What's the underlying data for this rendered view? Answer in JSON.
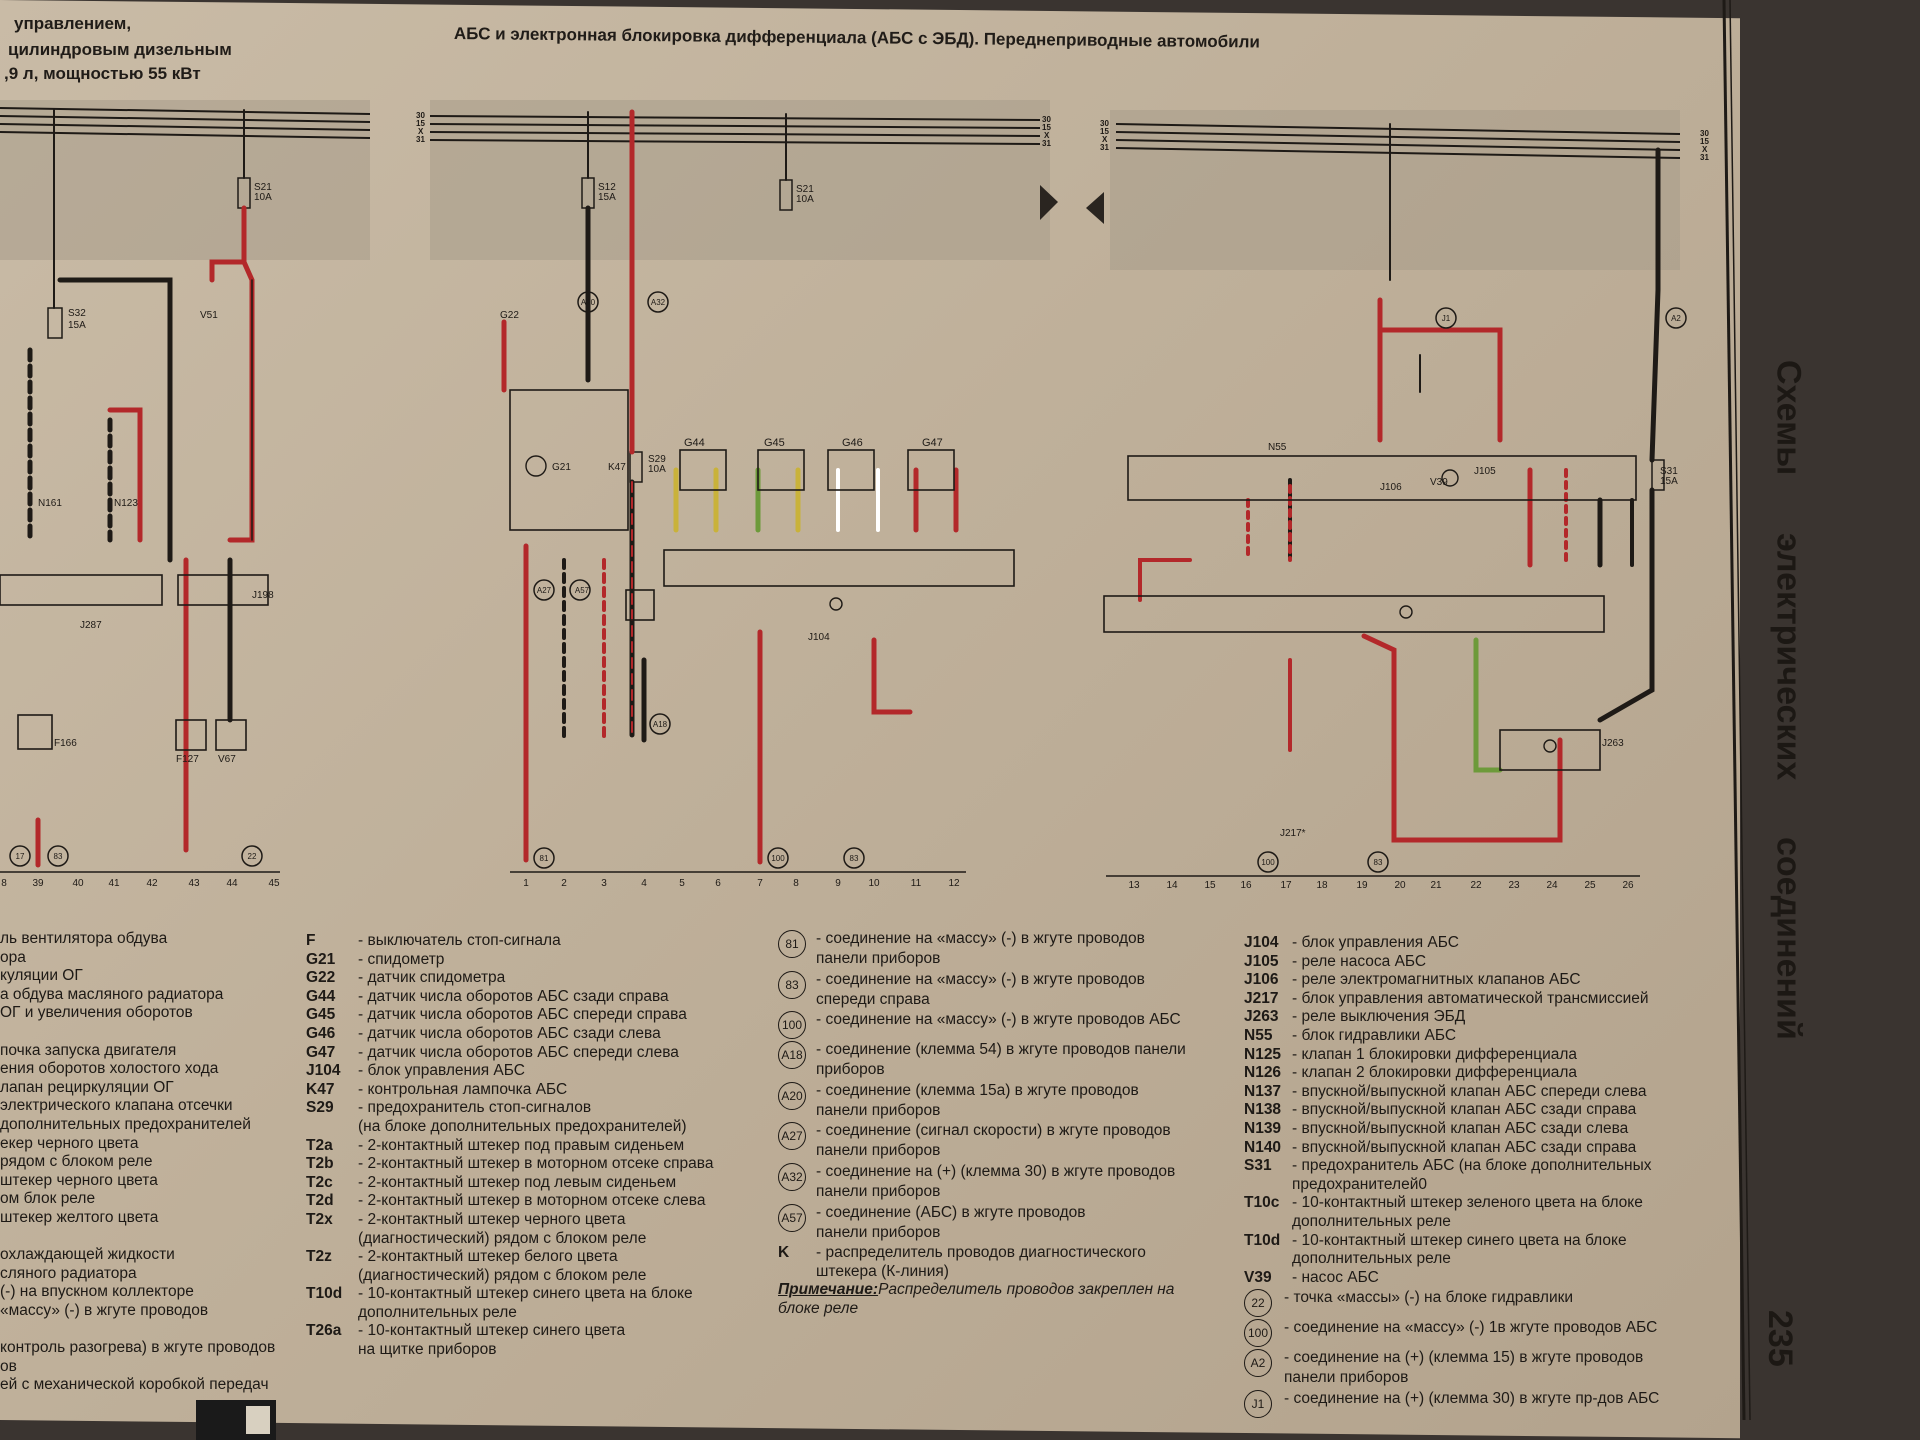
{
  "header": {
    "left_lines": [
      "управлением,",
      "цилиндровым дизельным",
      ",9 л, мощностью 55 кВт"
    ],
    "title": "АБС и электронная блокировка дифференциала (АБС с ЭБД). Переднеприводные автомобили"
  },
  "side_title": [
    "Схемы",
    "электрических",
    "соединений"
  ],
  "page_number": "235",
  "bus_labels": [
    "30",
    "15",
    "X",
    "31"
  ],
  "fuses": [
    {
      "name": "S21",
      "rating": "10A"
    },
    {
      "name": "S12",
      "rating": "15A"
    },
    {
      "name": "S21",
      "rating": "10A"
    },
    {
      "name": "S32",
      "rating": "15A"
    },
    {
      "name": "S29",
      "rating": "10A"
    },
    {
      "name": "S31",
      "rating": "15A"
    }
  ],
  "sensors": [
    "G44",
    "G45",
    "G46",
    "G47"
  ],
  "components": [
    "G22",
    "G21",
    "K47",
    "J104",
    "N55",
    "J105",
    "J106",
    "V39",
    "J263",
    "J217*",
    "N161",
    "N123",
    "J198",
    "J287",
    "F166",
    "F127",
    "V67",
    "V51"
  ],
  "grounds": [
    "81",
    "100",
    "83",
    "17",
    "83",
    "22",
    "100",
    "83"
  ],
  "connectors": [
    "A27",
    "A57",
    "A18",
    "A20",
    "A32",
    "J1",
    "A2"
  ],
  "ruler": {
    "left": [
      "8",
      "39",
      "40",
      "41",
      "42",
      "43",
      "44",
      "45"
    ],
    "middle": [
      "1",
      "2",
      "3",
      "4",
      "5",
      "6",
      "7",
      "8",
      "9",
      "10",
      "11",
      "12"
    ],
    "right": [
      "13",
      "14",
      "15",
      "16",
      "17",
      "18",
      "19",
      "20",
      "21",
      "22",
      "23",
      "24",
      "25",
      "26"
    ]
  },
  "legend_left": [
    "ль вентилятора обдува",
    "ора",
    "куляции ОГ",
    "а обдува масляного радиатора",
    "ОГ и увеличения  оборотов",
    "",
    "почка запуска двигателя",
    "ения оборотов холостого хода",
    "лапан рециркуляции ОГ",
    "электрического клапана отсечки",
    "дополнительных предохранителей",
    "екер черного цвета",
    "рядом с блоком реле",
    "штекер черного цвета",
    "ом блок реле",
    "штекер желтого цвета",
    "",
    "охлаждающей жидкости",
    "сляного радиатора",
    "(-) на впускном коллекторе",
    "«массу» (-) в жгуте проводов",
    "",
    "контроль разогрева) в жгуте проводов",
    "ов",
    "ей с механической коробкой передач"
  ],
  "legend_mid": [
    {
      "code": "F",
      "text": "- выключатель стоп-сигнала"
    },
    {
      "code": "G21",
      "text": "- спидометр"
    },
    {
      "code": "G22",
      "text": "- датчик спидометра"
    },
    {
      "code": "G44",
      "text": "- датчик числа оборотов АБС сзади справа"
    },
    {
      "code": "G45",
      "text": "- датчик числа оборотов АБС спереди справа"
    },
    {
      "code": "G46",
      "text": "- датчик числа оборотов АБС сзади слева"
    },
    {
      "code": "G47",
      "text": "- датчик числа оборотов АБС спереди слева"
    },
    {
      "code": "J104",
      "text": "- блок управления АБС"
    },
    {
      "code": "K47",
      "text": "- контрольная лампочка АБС"
    },
    {
      "code": "S29",
      "text": "- предохранитель стоп-сигналов"
    },
    {
      "code": "",
      "text": "(на блоке дополнительных предохранителей)"
    },
    {
      "code": "T2a",
      "text": "- 2-контактный штекер под правым сиденьем"
    },
    {
      "code": "T2b",
      "text": "- 2-контактный штекер в моторном отсеке справа"
    },
    {
      "code": "T2c",
      "text": "- 2-контактный штекер под левым сиденьем"
    },
    {
      "code": "T2d",
      "text": "- 2-контактный штекер в моторном отсеке слева"
    },
    {
      "code": "T2x",
      "text": "- 2-контактный штекер черного цвета"
    },
    {
      "code": "",
      "text": "(диагностический) рядом с блоком реле"
    },
    {
      "code": "T2z",
      "text": "- 2-контактный штекер белого цвета"
    },
    {
      "code": "",
      "text": "(диагностический) рядом с блоком реле"
    },
    {
      "code": "T10d",
      "text": "- 10-контактный штекер синего цвета на блоке"
    },
    {
      "code": "",
      "text": "дополнительных реле"
    },
    {
      "code": "T26a",
      "text": "- 10-контактный штекер синего цвета"
    },
    {
      "code": "",
      "text": "на щитке приборов"
    }
  ],
  "legend_conn": [
    {
      "code": "81",
      "text": "- соединение на «массу» (-) в жгуте проводов",
      "cont": "панели приборов"
    },
    {
      "code": "83",
      "text": "- соединение на «массу» (-) в жгуте проводов",
      "cont": "спереди справа"
    },
    {
      "code": "100",
      "text": "- соединение на «массу» (-) в жгуте проводов АБС",
      "cont": ""
    },
    {
      "code": "A18",
      "text": "- соединение (клемма 54) в жгуте проводов панели",
      "cont": "приборов"
    },
    {
      "code": "A20",
      "text": "- соединение (клемма 15а) в жгуте проводов",
      "cont": "панели приборов"
    },
    {
      "code": "A27",
      "text": "- соединение (сигнал скорости) в жгуте проводов",
      "cont": "панели приборов"
    },
    {
      "code": "A32",
      "text": "- соединение на (+) (клемма 30) в жгуте проводов",
      "cont": "панели приборов"
    },
    {
      "code": "A57",
      "text": "- соединение (АБС) в жгуте проводов",
      "cont": "панели приборов"
    }
  ],
  "legend_k": {
    "code": "K",
    "text": "- распределитель проводов диагностического",
    "cont": "штекера (К-линия)"
  },
  "note": {
    "label": "Примечание:",
    "text": " Распределитель проводов закреплен на",
    "cont": "блоке реле"
  },
  "legend_right": [
    {
      "code": "J104",
      "text": "- блок управления АБС"
    },
    {
      "code": "J105",
      "text": "- реле насоса АБС"
    },
    {
      "code": "J106",
      "text": "- реле электромагнитных клапанов АБС"
    },
    {
      "code": "J217",
      "text": "- блок управления автоматической трансмиссией"
    },
    {
      "code": "J263",
      "text": "- реле выключения ЭБД"
    },
    {
      "code": "N55",
      "text": "- блок гидравлики АБС"
    },
    {
      "code": "N125",
      "text": "- клапан 1 блокировки дифференциала"
    },
    {
      "code": "N126",
      "text": "- клапан 2 блокировки дифференциала"
    },
    {
      "code": "N137",
      "text": "- впускной/выпускной клапан АБС спереди слева"
    },
    {
      "code": "N138",
      "text": "- впускной/выпускной клапан АБС сзади справа"
    },
    {
      "code": "N139",
      "text": "- впускной/выпускной клапан АБС сзади слева"
    },
    {
      "code": "N140",
      "text": "- впускной/выпускной клапан АБС сзади справа"
    },
    {
      "code": "S31",
      "text": "- предохранитель АБС (на блоке дополнительных"
    },
    {
      "code": "",
      "text": "предохранителей0"
    },
    {
      "code": "T10c",
      "text": "- 10-контактный штекер зеленого цвета на блоке"
    },
    {
      "code": "",
      "text": "дополнительных реле"
    },
    {
      "code": "T10d",
      "text": "- 10-контактный штекер синего цвета на блоке"
    },
    {
      "code": "",
      "text": "дополнительных реле"
    },
    {
      "code": "V39",
      "text": "- насос АБС"
    }
  ],
  "legend_right_circ": [
    {
      "code": "22",
      "text": "- точка «массы» (-) на блоке гидравлики"
    },
    {
      "code": "100",
      "text": "- соединение на «массу» (-) 1в жгуте проводов АБС"
    },
    {
      "code": "A2",
      "text": "- соединение на (+) (клемма 15) в жгуте проводов",
      "cont": "панели приборов"
    },
    {
      "code": "J1",
      "text": "- соединение на (+) (клемма 30) в жгуте пр-дов АБС"
    }
  ]
}
